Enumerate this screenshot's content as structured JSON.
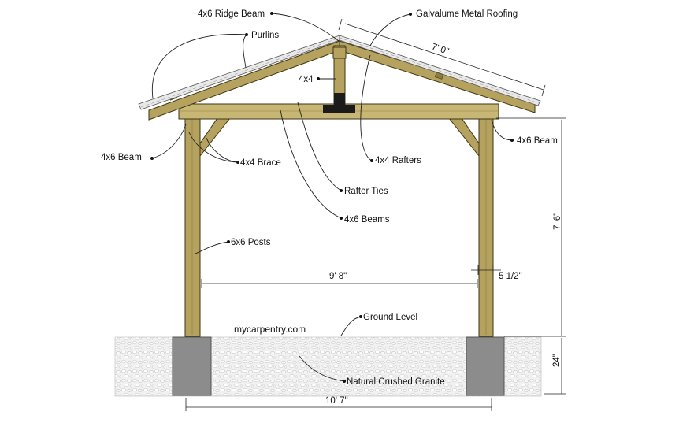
{
  "labels": {
    "ridge_beam": "4x6 Ridge Beam",
    "roofing": "Galvalume Metal Roofing",
    "purlins": "Purlins",
    "king_post": "4x4",
    "beam_left": "4x6 Beam",
    "beam_right": "4x6 Beam",
    "brace": "4x4 Brace",
    "rafters": "4x4 Rafters",
    "rafter_ties": "Rafter Ties",
    "beams": "4x6 Beams",
    "posts": "6x6 Posts",
    "ground_level": "Ground Level",
    "granite": "Natural Crushed Granite",
    "watermark": "mycarpentry.com"
  },
  "dimensions": {
    "rafter_length": "7' 0\"",
    "post_height": "7' 6\"",
    "inner_span": "9' 8\"",
    "post_offset": "5 1/2\"",
    "footing_depth": "24\"",
    "overall_width": "10' 7\""
  },
  "colors": {
    "wood": "#b6a25f",
    "concrete": "#8a8a8a",
    "gravel": "#eeeeee",
    "roofing": "#e9e9e9"
  }
}
